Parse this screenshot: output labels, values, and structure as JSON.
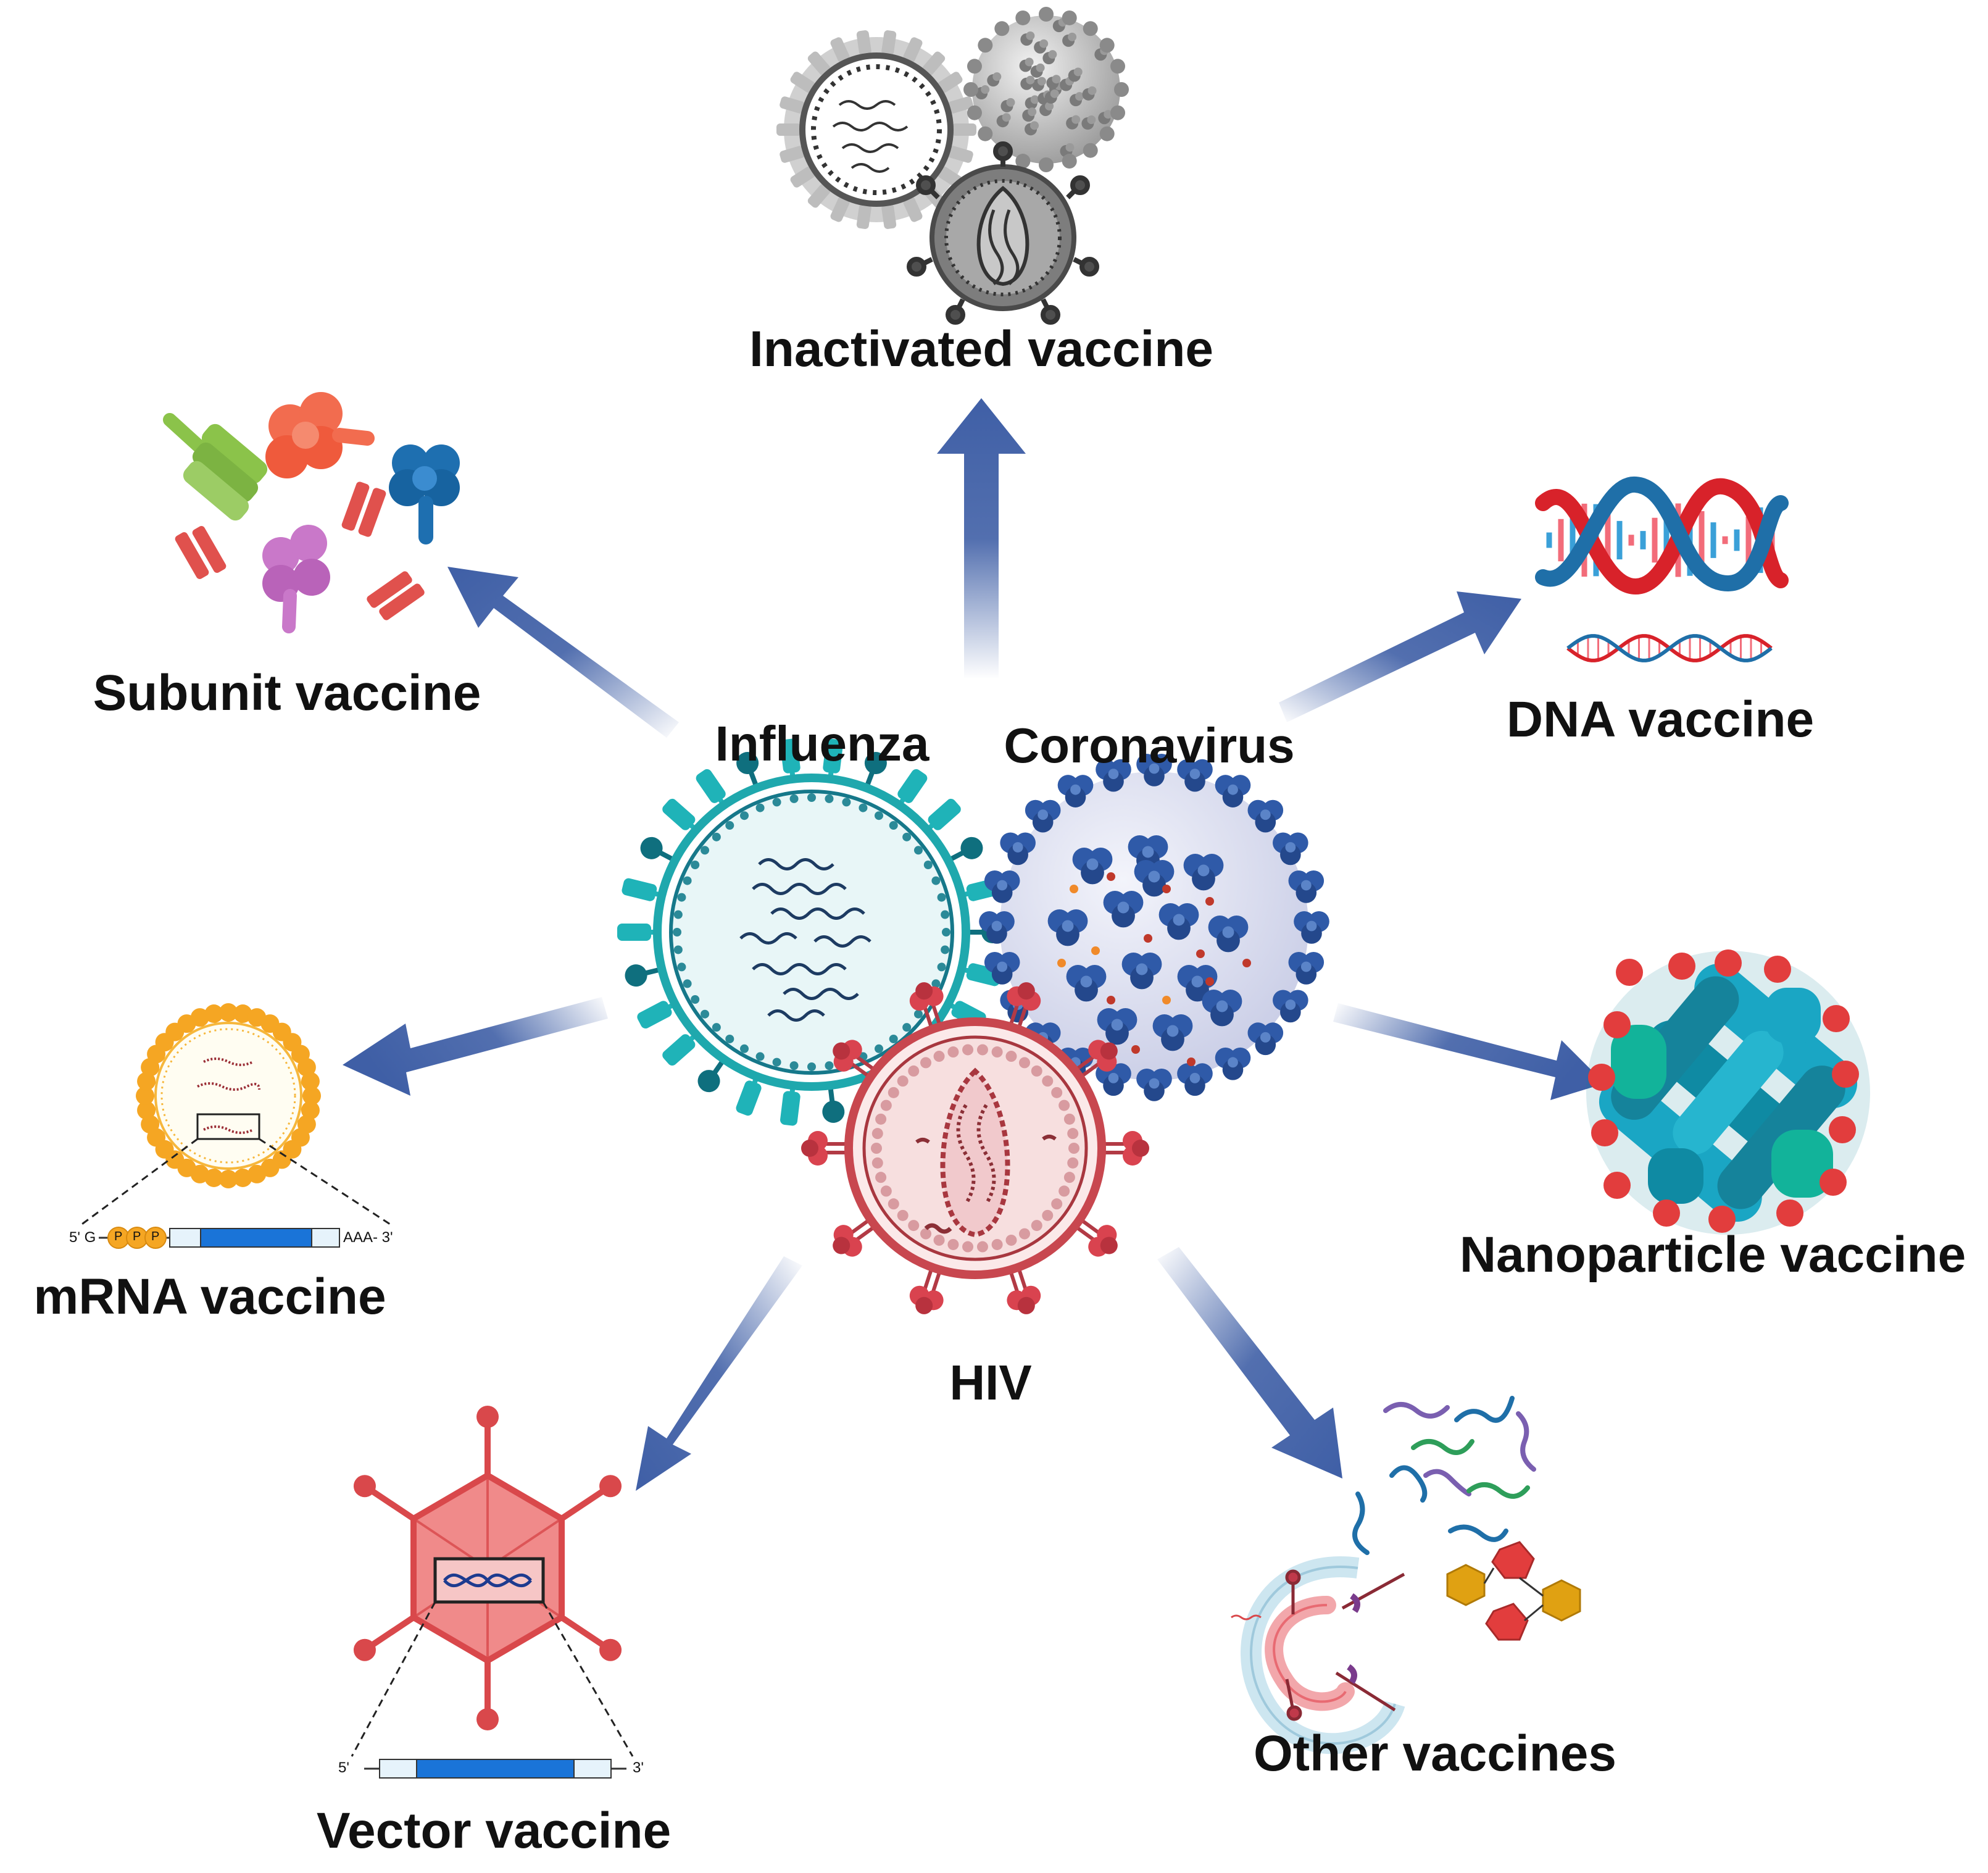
{
  "viruses": {
    "influenza": "Influenza",
    "coronavirus": "Coronavirus",
    "hiv": "HIV"
  },
  "vaccines": {
    "inactivated": "Inactivated vaccine",
    "subunit": "Subunit vaccine",
    "dna": "DNA vaccine",
    "mrna": "mRNA vaccine",
    "nanoparticle": "Nanoparticle vaccine",
    "vector": "Vector vaccine",
    "other": "Other vaccines"
  },
  "mrna_construct": {
    "five_prime_cap": "5' G",
    "phosphate_label": "P",
    "three_prime_tail": "AAA- 3'"
  },
  "vector_construct": {
    "five_prime": "5'",
    "three_prime": "3'"
  },
  "colors": {
    "arrow": "#3f5fa6",
    "influenza": "#1fa8ad",
    "coronavirus": "#2f5aa8",
    "hiv": "#c8474f",
    "mrna_coding": "#1a74d8",
    "vector_red": "#d9484b"
  }
}
